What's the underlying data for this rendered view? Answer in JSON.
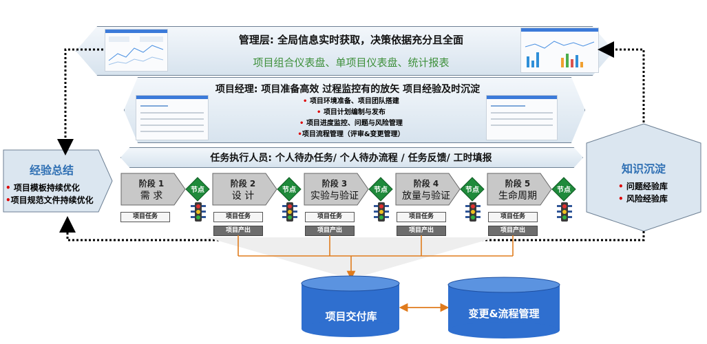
{
  "management": {
    "title": "管理层: 全局信息实时获取，决策依据充分且全面",
    "subtitle": "项目组合仪表盘、单项目仪表盘、统计报表"
  },
  "pm": {
    "title": "项目经理: 项目准备高效 过程监控有的放矢 项目经验及时沉淀",
    "items": [
      "项目环境准备、项目团队搭建",
      "项目计划编制与发布",
      "项目进度监控、问题与风险管理",
      "项目流程管理（评审&变更管理）"
    ]
  },
  "executor": {
    "title": "任务执行人员: 个人待办任务/ 个人待办流程 / 任务反馈/ 工时填报"
  },
  "left_panel": {
    "title": "经验总结",
    "items": [
      "项目模板持续优化",
      "项目规范文件持续优化"
    ]
  },
  "right_panel": {
    "title": "知识沉淀",
    "items": [
      "问题经验库",
      "风险经验库"
    ]
  },
  "stages": [
    {
      "num": "阶段 1",
      "name": "需 求"
    },
    {
      "num": "阶段 2",
      "name": "设 计"
    },
    {
      "num": "阶段 3",
      "name": "实验与验证"
    },
    {
      "num": "阶段 4",
      "name": "放量与验证"
    },
    {
      "num": "阶段 5",
      "name": "生命周期"
    }
  ],
  "node_label": "节点",
  "task_label": "项目任务",
  "output_label": "项目产出",
  "db": {
    "left": "项目交付库",
    "right": "变更&流程管理"
  },
  "colors": {
    "banner_border": "#6c7f93",
    "panel_fill": "#dbe6f0",
    "panel_title": "#2e6fb3",
    "stage_fill": "#c8c8c8",
    "node_green": "#1f8a3b",
    "db_blue": "#2f6fcf",
    "orange": "#e07b1c",
    "bullet_red": "#dd0000",
    "subtitle_green": "#3d8f3a"
  }
}
